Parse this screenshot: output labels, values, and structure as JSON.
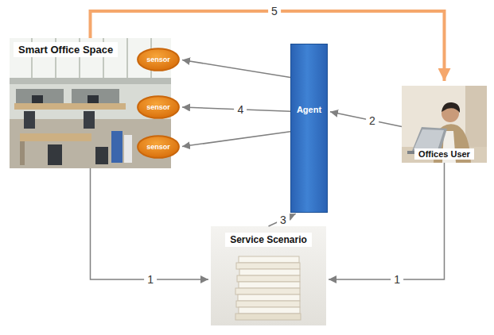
{
  "diagram": {
    "nodes": [
      {
        "text": [
          "Smart Office Space"
        ]
      },
      {
        "text": [
          "sensor"
        ],
        "in": 0
      },
      {
        "text": [
          "sensor"
        ],
        "in": 0
      },
      {
        "text": [
          "sensor"
        ],
        "in": 0
      },
      {
        "text": [
          "Agent"
        ]
      },
      {
        "text": [
          "Offices User"
        ]
      },
      {
        "text": [
          "Service Scenario"
        ]
      }
    ],
    "edges": [
      {
        "from": 0,
        "to": 6,
        "arrow": "to",
        "label": "1"
      },
      {
        "from": 5,
        "to": 6,
        "arrow": "to",
        "label": "1"
      },
      {
        "from": 5,
        "to": 4,
        "arrow": "to",
        "label": "2"
      },
      {
        "from": 6,
        "to": 4,
        "arrow": "to",
        "label": "3"
      },
      {
        "from": 4,
        "to": 1,
        "arrow": "to"
      },
      {
        "from": 4,
        "to": 2,
        "arrow": "to",
        "label": "4"
      },
      {
        "from": 4,
        "to": 3,
        "arrow": "to"
      },
      {
        "from": 0,
        "to": 5,
        "arrow": "to",
        "label": "5"
      }
    ]
  }
}
